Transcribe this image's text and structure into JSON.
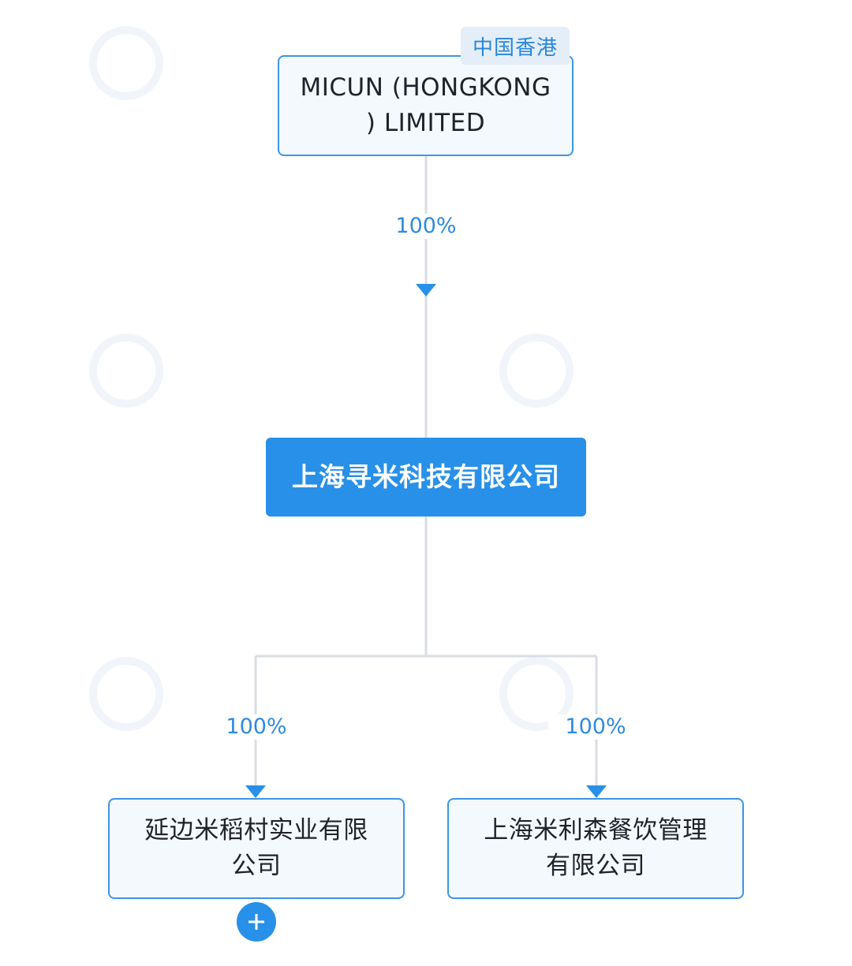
{
  "diagram": {
    "type": "equity-structure",
    "colors": {
      "accent": "#2890e8",
      "node_border": "#3d96e3",
      "node_background": "#f4f9fd",
      "connector": "#d9dde3",
      "percent_text": "#2e8ae0",
      "tag_background": "#e4eef8"
    },
    "parent": {
      "region_tag": "中国香港",
      "name_line1": "MICUN (HONGKONG",
      "name_line2": ") LIMITED"
    },
    "parent_share": "100%",
    "center": {
      "name": "上海寻米科技有限公司"
    },
    "children": [
      {
        "name_line1": "延边米稻村实业有限",
        "name_line2": "公司",
        "share": "100%",
        "expand_icon": "plus-icon"
      },
      {
        "name_line1": "上海米利森餐饮管理",
        "name_line2": "有限公司",
        "share": "100%"
      }
    ]
  }
}
